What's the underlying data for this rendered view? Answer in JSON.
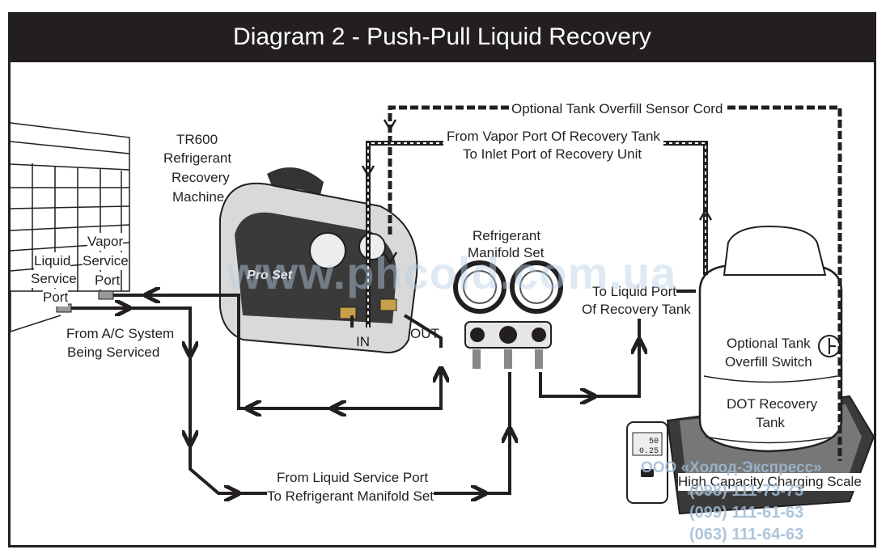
{
  "title": "Diagram 2 - Push-Pull Liquid Recovery",
  "labels": {
    "tr600": "TR600",
    "refrigerant": "Refrigerant",
    "recovery": "Recovery",
    "machine": "Machine",
    "vapor": "Vapor",
    "service_v": "Service",
    "port_v": "Port",
    "liquid": "Liquid",
    "service_l": "Service",
    "port_l": "Port",
    "from_ac_1": "From A/C System",
    "from_ac_2": "Being Serviced",
    "in_port": "IN",
    "out_port": "OUT",
    "manifold_1": "Refrigerant",
    "manifold_2": "Manifold Set",
    "sensor_cord": "Optional Tank Overfill Sensor Cord",
    "vapor_port_1": "From Vapor Port Of Recovery Tank",
    "vapor_port_2": "To Inlet Port of Recovery Unit",
    "liquid_port_1": "To Liquid Port",
    "liquid_port_2": "Of Recovery Tank",
    "overfill_1": "Optional Tank",
    "overfill_2": "Overfill Switch",
    "dot_1": "DOT Recovery",
    "dot_2": "Tank",
    "scale": "High Capacity Charging Scale",
    "from_liquid_1": "From Liquid Service Port",
    "from_liquid_2": "To Refrigerant Manifold Set",
    "scale_display_1": "50",
    "scale_display_2": "0.25",
    "machine_brand": "Pro Set"
  },
  "watermark": {
    "site": "www.phcold.com.ua",
    "company": "ООО «Холод-Экспресс»",
    "phone_1": "(098) 111-73-73",
    "phone_2": "(099) 111-61-63",
    "phone_3": "(063) 111-64-63"
  },
  "colors": {
    "ink": "#231f20",
    "title_bg": "#231f20",
    "watermark": "#9fbbd6"
  }
}
